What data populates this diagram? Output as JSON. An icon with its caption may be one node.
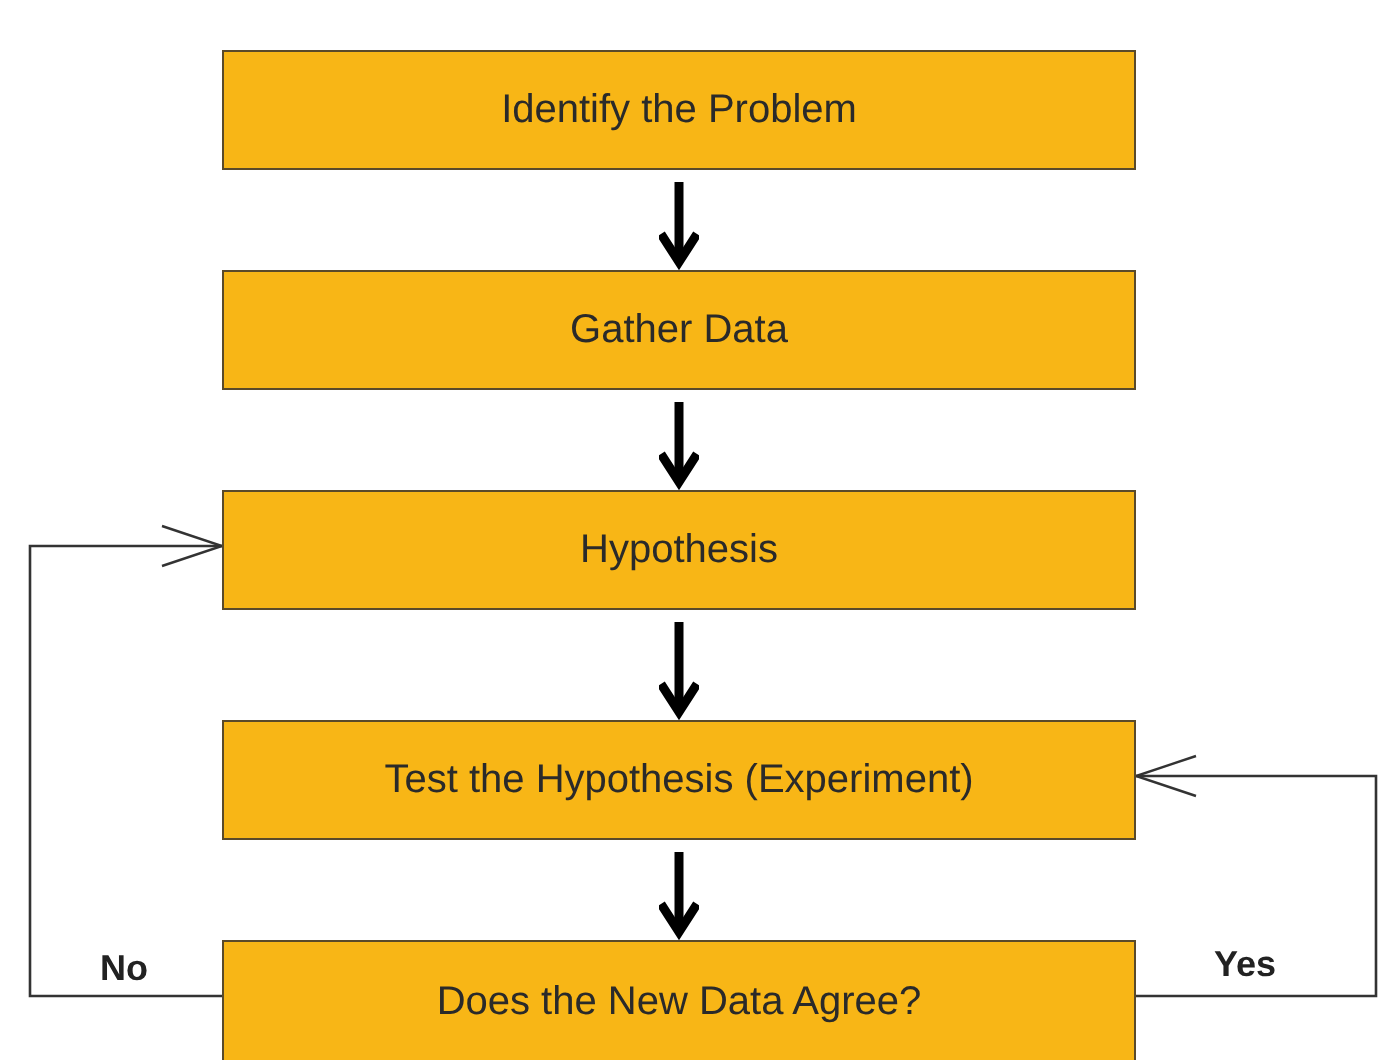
{
  "diagram": {
    "nodes": [
      {
        "text": [
          "Identify the Problem"
        ]
      },
      {
        "text": [
          "Gather Data"
        ]
      },
      {
        "text": [
          "Hypothesis"
        ]
      },
      {
        "text": [
          "Test the Hypothesis (Experiment)"
        ]
      },
      {
        "text": [
          "Does the New Data Agree?"
        ]
      }
    ],
    "edges": [
      {
        "from": 0,
        "to": 1,
        "arrow": "to"
      },
      {
        "from": 1,
        "to": 2,
        "arrow": "to"
      },
      {
        "from": 2,
        "to": 3,
        "arrow": "to"
      },
      {
        "from": 3,
        "to": 4,
        "arrow": "to"
      },
      {
        "from": 4,
        "to": 2,
        "arrow": "to",
        "label": "No"
      },
      {
        "from": 4,
        "to": 3,
        "arrow": "to",
        "label": "Yes"
      }
    ]
  }
}
